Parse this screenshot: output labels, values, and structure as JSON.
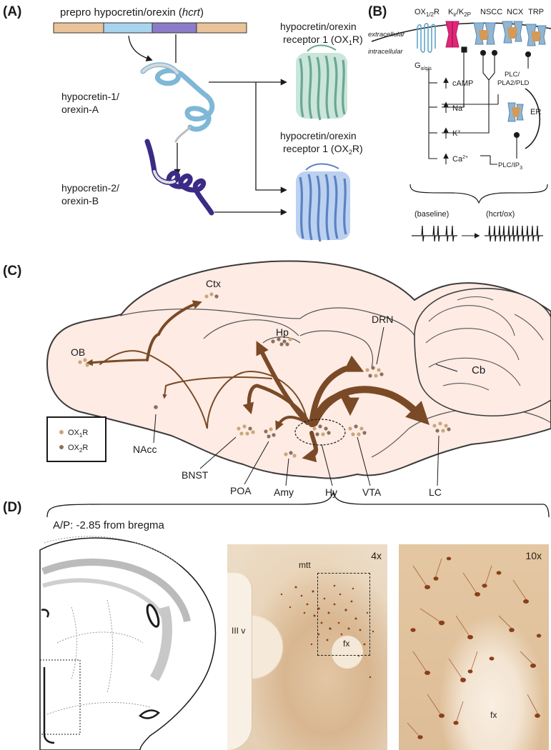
{
  "panels": {
    "a": {
      "label": "(A)",
      "gene_prefix": "prepro hypocretin/orexin (",
      "gene_italic": "hcrt",
      "gene_suffix": ")",
      "peptide1_line1": "hypocretin-1/",
      "peptide1_line2": "orexin-A",
      "peptide2_line1": "hypocretin-2/",
      "peptide2_line2": "orexin-B",
      "receptor1_line1": "hypocretin/orexin",
      "receptor1_line2_pre": "receptor 1 (OX",
      "receptor1_sub": "1",
      "receptor1_line2_post": "R)",
      "receptor2_line1": "hypocretin/orexin",
      "receptor2_line2_pre": "receptor 1 (OX",
      "receptor2_sub": "2",
      "receptor2_line2_post": "R)"
    },
    "b": {
      "label": "(B)",
      "oxr_pre": "OX",
      "oxr_sub": "1/2",
      "oxr_post": "R",
      "kir_pre": "K",
      "kir_sub1": "ir",
      "kir_mid": "/K",
      "kir_sub2": "2P",
      "nscc": "NSCC",
      "ncx": "NCX",
      "trp": "TRP",
      "extracellular": "extracellular",
      "intracellular": "intracellular",
      "g_pre": "G",
      "g_sub": "α/q/s",
      "camp": "cAMP",
      "na_pre": "Na",
      "na_sup": "+",
      "k_pre": "K",
      "k_sup": "+",
      "ca_pre": "Ca",
      "ca_sup": "2+",
      "plc1_line1": "PLC/",
      "plc1_line2": "PLA2/PLD",
      "er": "ER",
      "plc2_pre": "PLC/IP",
      "plc2_sub": "3",
      "baseline": "(baseline)",
      "hcrt_ox": "(hcrt/ox)"
    },
    "c": {
      "label": "(C)",
      "regions": {
        "ctx": "Ctx",
        "hp": "Hp",
        "drn": "DRN",
        "cb": "Cb",
        "ob": "OB",
        "nacc": "NAcc",
        "bnst": "BNST",
        "poa": "POA",
        "amy": "Amy",
        "hy": "Hy",
        "vta": "VTA",
        "lc": "LC"
      },
      "legend": {
        "r1_pre": "OX",
        "r1_sub": "1",
        "r1_post": "R",
        "r2_pre": "OX",
        "r2_sub": "2",
        "r2_post": "R"
      }
    },
    "d": {
      "label": "(D)",
      "ap": "A/P: -2.85 from bregma",
      "mid": {
        "mag": "4x",
        "mtt": "mtt",
        "iiiv": "III v",
        "fx": "fx"
      },
      "right": {
        "mag": "10x",
        "fx": "fx"
      }
    }
  },
  "colors": {
    "ox1r": "#c9a77a",
    "ox2r": "#8b6f5c",
    "arrow": "#7a4a26",
    "brain_fill": "#fdebe4",
    "helix_a": "#7fb8d6",
    "helix_b": "#3b2a86",
    "receptor1": "#9fd0bc",
    "receptor2": "#8fb3e6"
  }
}
